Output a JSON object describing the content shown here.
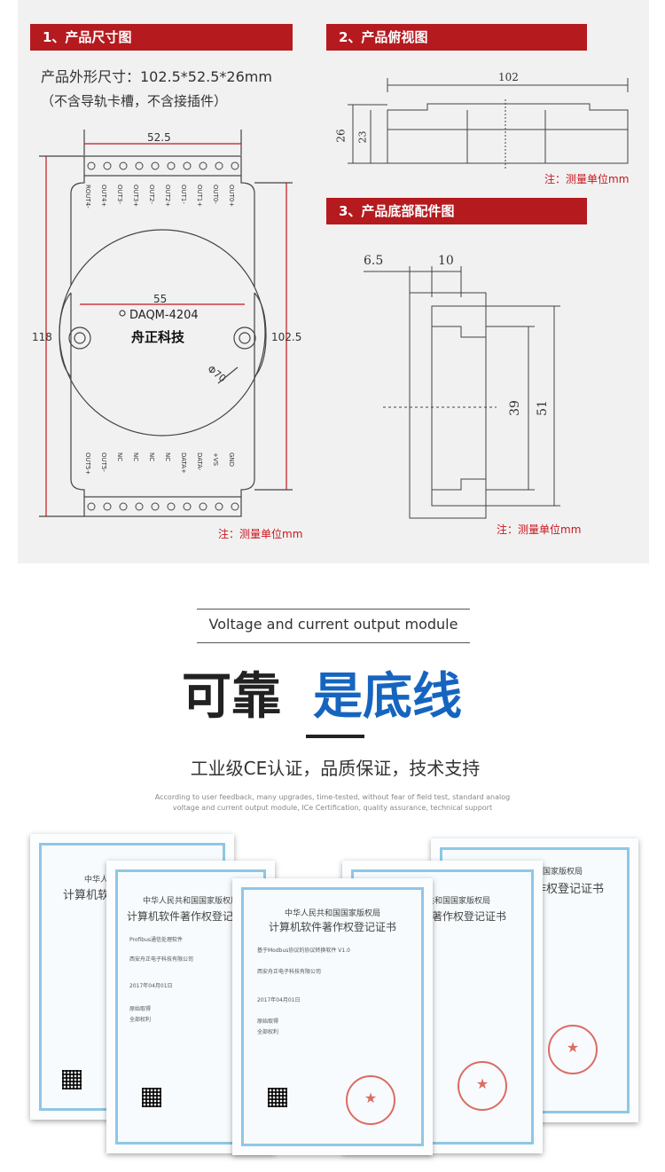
{
  "section1": {
    "header": "1、产品尺寸图",
    "size_line": "产品外形尺寸：102.5*52.5*26mm",
    "size_note": "（不含导轨卡槽，不含接插件）",
    "dim_width": "52.5",
    "dim_hole": "55",
    "dim_height_total": "118",
    "dim_height_body": "102.5",
    "dim_diameter": "Φ70",
    "model": "DAQM-4204",
    "brand": "舟正科技",
    "top_pins": [
      "ROUT4-",
      "OUT4+",
      "OUT3-",
      "OUT3+",
      "OUT2-",
      "OUT2+",
      "OUT1-",
      "OUT1+",
      "OUT0-",
      "OUT0+"
    ],
    "bottom_pins": [
      "OUT5+",
      "OUT5-",
      "NC",
      "NC",
      "NC",
      "NC",
      "DATA+",
      "DATA-",
      "+VS",
      "GND"
    ],
    "note": "注：测量单位mm"
  },
  "section2": {
    "header": "2、产品俯视图",
    "dim_length": "102",
    "dim_h1": "26",
    "dim_h2": "23",
    "note": "注：测量单位mm"
  },
  "section3": {
    "header": "3、产品底部配件图",
    "dim_a": "6.5",
    "dim_b": "10",
    "dim_c": "39",
    "dim_d": "51",
    "note": "注：测量单位mm"
  },
  "promo": {
    "subtitle": "Voltage and current output module",
    "title_black": "可靠",
    "title_blue": "是底线",
    "tagline": "工业级CE认证，品质保证，技术支持",
    "desc_line1": "According to user feedback, many upgrades, time-tested, without fear of field test, standard analog",
    "desc_line2": "voltage and current output module, ICe Certification, quality assurance, technical support"
  },
  "certificates": {
    "authority": "中华人民共和国国家版权局",
    "title": "计算机软件著作权登记证书",
    "company": "西安舟正电子科技有限公司",
    "software_a": "Profibus通信处理软件",
    "software_b": "基于Modbus协议的协议转换软件 V1.0",
    "date_a": "2017年04月01日",
    "date_b": "2017年04月01日",
    "acquire": "原始取得",
    "scope": "全部权利"
  },
  "colors": {
    "header_red": "#b51a1f",
    "title_blue": "#1565c0",
    "panel_gray": "#f1f1f1"
  }
}
